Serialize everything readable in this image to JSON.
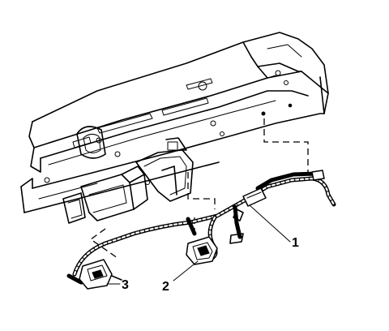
{
  "callouts": [
    {
      "number": "1",
      "item": "wiring-harness"
    },
    {
      "number": "2",
      "item": "harness-connector"
    },
    {
      "number": "3",
      "item": "harness-end-connector"
    }
  ]
}
